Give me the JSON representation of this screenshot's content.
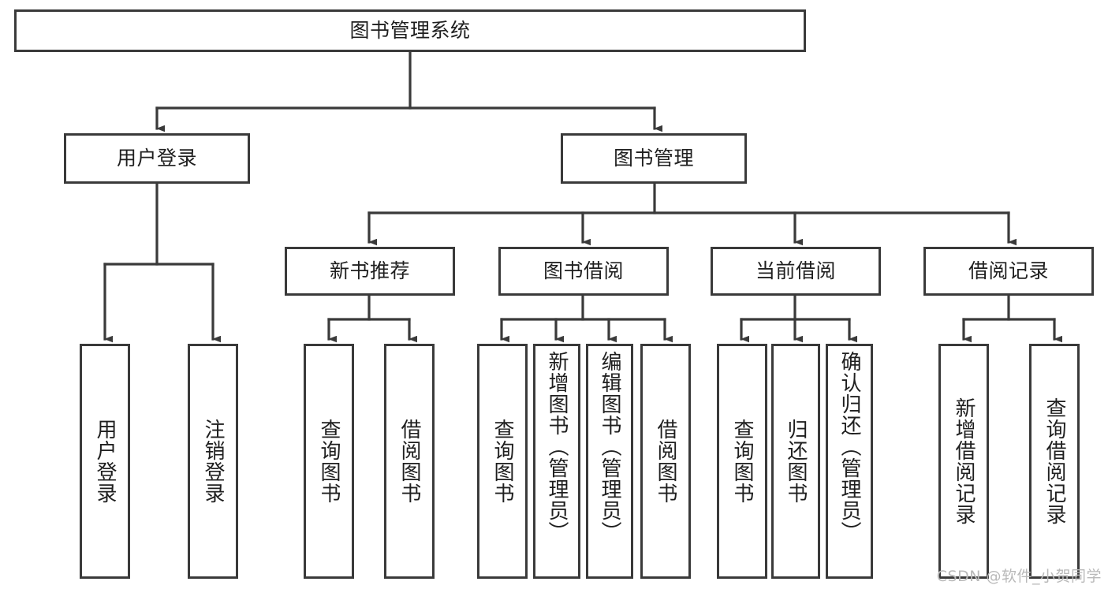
{
  "diagram": {
    "title": "图书管理系统",
    "type": "tree-hierarchy-chart",
    "stroke_color": "#3a3a3a",
    "text_color": "#1f1f1f",
    "background_color": "#ffffff",
    "watermark": "CSDN @软件_小贺同学"
  },
  "nodes": {
    "root": {
      "label": "图书管理系统"
    },
    "level2": [
      {
        "id": "user-login",
        "label": "用户登录"
      },
      {
        "id": "book-management",
        "label": "图书管理"
      }
    ],
    "level3": [
      {
        "id": "new-book-recommend",
        "label": "新书推荐"
      },
      {
        "id": "book-borrow",
        "label": "图书借阅"
      },
      {
        "id": "current-borrow",
        "label": "当前借阅"
      },
      {
        "id": "borrow-record",
        "label": "借阅记录"
      }
    ],
    "leaves": {
      "user_login": [
        {
          "id": "leaf-user-login",
          "label": "用户登录"
        },
        {
          "id": "leaf-user-logout",
          "label": "注销登录"
        }
      ],
      "new_book_recommend": [
        {
          "id": "leaf-query-book-1",
          "label": "查询图书"
        },
        {
          "id": "leaf-borrow-book-1",
          "label": "借阅图书"
        }
      ],
      "book_borrow": [
        {
          "id": "leaf-query-book-2",
          "label": "查询图书"
        },
        {
          "id": "leaf-add-book",
          "label": "新增图书（管理员）"
        },
        {
          "id": "leaf-edit-book",
          "label": "编辑图书（管理员）"
        },
        {
          "id": "leaf-borrow-book-2",
          "label": "借阅图书"
        }
      ],
      "current_borrow": [
        {
          "id": "leaf-query-book-3",
          "label": "查询图书"
        },
        {
          "id": "leaf-return-book",
          "label": "归还图书"
        },
        {
          "id": "leaf-confirm-return",
          "label": "确认归还（管理员）"
        }
      ],
      "borrow_record": [
        {
          "id": "leaf-add-record",
          "label": "新增借阅记录"
        },
        {
          "id": "leaf-query-record",
          "label": "查询借阅记录"
        }
      ]
    }
  }
}
